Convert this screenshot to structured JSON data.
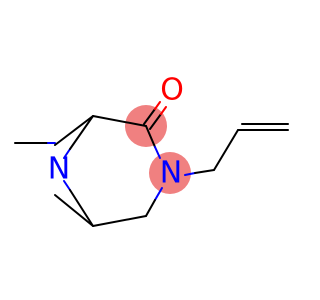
{
  "colors": {
    "background": "#ffffff",
    "bond": "#000000",
    "nitrogen": "#0000ff",
    "oxygen": "#ff0000",
    "highlight": "#f08080"
  },
  "atoms": {
    "n_bridge": "N",
    "n_ring": "N",
    "o_carbonyl": "O"
  }
}
